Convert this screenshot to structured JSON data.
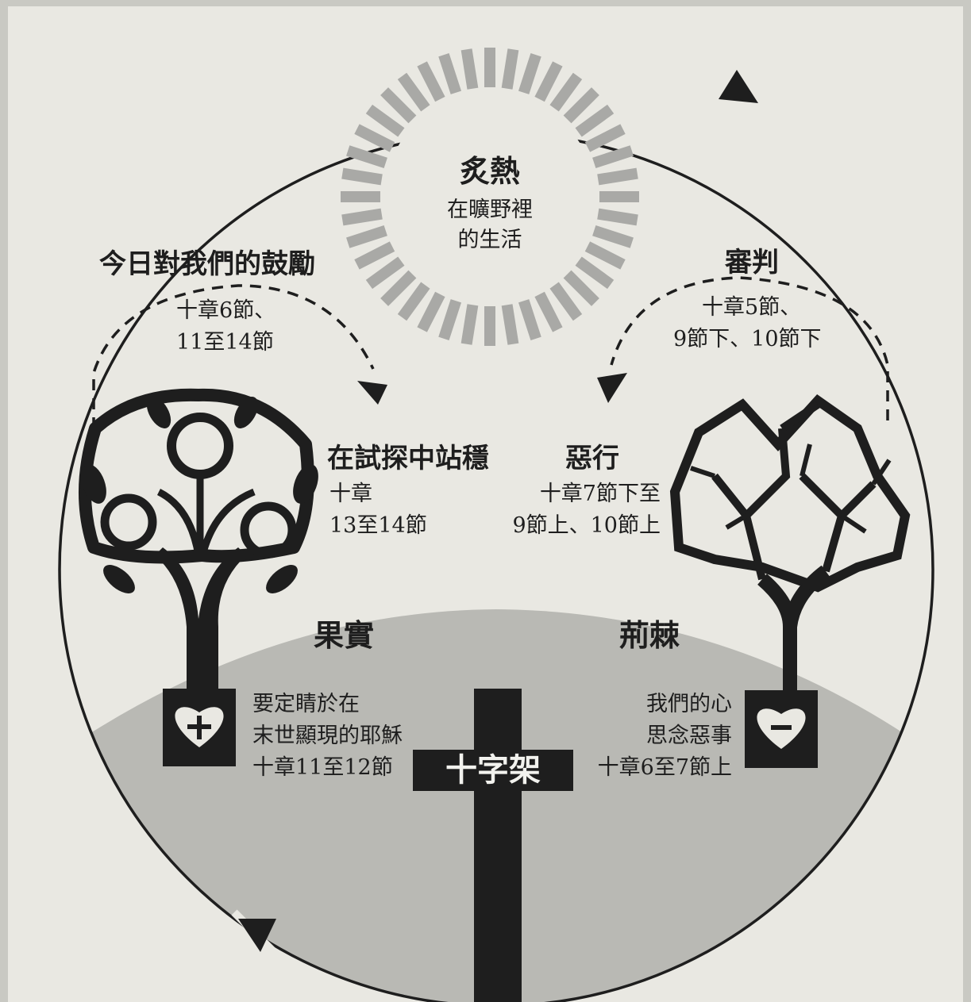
{
  "sun": {
    "title": "炙熱",
    "subtitle_line1": "在曠野裡",
    "subtitle_line2": "的生活"
  },
  "left_arc": {
    "title": "今日對我們的鼓勵",
    "ref_line1": "十章6節、",
    "ref_line2": "11至14節"
  },
  "right_arc": {
    "title": "審判",
    "ref_line1": "十章5節、",
    "ref_line2": "9節下、10節下"
  },
  "stand_firm": {
    "title": "在試探中站穩",
    "ref_line1": "十章",
    "ref_line2": "13至14節"
  },
  "evil": {
    "title": "惡行",
    "ref_line1": "十章7節下至",
    "ref_line2": "9節上、10節上"
  },
  "fruit": {
    "title": "果實",
    "line1": "要定睛於在",
    "line2": "末世顯現的耶穌",
    "line3": "十章11至12節"
  },
  "thorns": {
    "title": "荊棘",
    "line1": "我們的心",
    "line2": "思念惡事",
    "line3": "十章6至7節上"
  },
  "cross": {
    "label": "十字架"
  },
  "icons": {
    "plus_heart": "heart-plus-icon",
    "minus_heart": "heart-minus-icon"
  },
  "colors": {
    "ink": "#1e1e1e",
    "paper": "#e9e8e2",
    "ground": "#b9b9b4",
    "sun_rays": "#a9a9a6"
  }
}
